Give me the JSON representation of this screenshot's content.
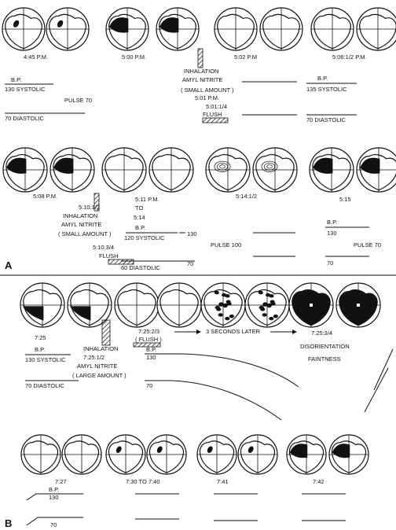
{
  "panel_a": {
    "label": "A",
    "times": {
      "t445": "4:45 P.M.",
      "t500": "5:00 P.M.",
      "t502": "5:02 P.M",
      "t5065": "5:06:1/2 P.M.",
      "t508": "5:08 P.M.",
      "t511": "5:11 P.M.",
      "t511_to": "TO",
      "t514": "5:14",
      "t5145": "5:14:1/2",
      "t515": "5:15"
    },
    "inhalation1": {
      "line1": "INHALATION",
      "line2": "AMYL NITRITE",
      "line3": "( SMALL AMOUNT )",
      "time": "5:01 P.M.",
      "flush_time": "5:01:1/4",
      "flush": "FLUSH"
    },
    "inhalation2": {
      "time": "5:10:1/2",
      "line1": "INHALATION",
      "line2": "AMYL NITRITE",
      "line3": "( SMALL AMOUNT )",
      "flush_time": "5:10:3/4",
      "flush": "FLUSH"
    },
    "bp_left": {
      "label": "B.P.",
      "systolic": "130 SYSTOLIC",
      "pulse": "PULSE 70",
      "diastolic": "70 DIASTOLIC"
    },
    "bp_right": {
      "label": "B.P.",
      "systolic": "135 SYSTOLIC",
      "diastolic": "70 DIASTOLIC"
    },
    "bp_mid": {
      "label": "B.P.",
      "systolic": "120 SYSTOLIC",
      "diastolic": "60 DIASTOLIC",
      "v130": "130",
      "v70": "70",
      "pulse": "PULSE 100"
    },
    "bp_end": {
      "label": "B.P.",
      "v130": "130",
      "v70": "70",
      "pulse": "PULSE 70"
    }
  },
  "panel_b": {
    "label": "B",
    "t725": "7:25",
    "inhalation": {
      "line1": "INHALATION",
      "time": "7:25:1/2",
      "line2": "AMYL NITRITE",
      "line3": "( LARGE AMOUNT )"
    },
    "flush_time": "7:25:2/3",
    "flush": "( FLUSH )",
    "later": "3 SECONDS LATER",
    "t7253": "7:25:3/4",
    "disorientation": "DISORIENTATION",
    "faintness": "FAINTNESS",
    "bp": {
      "label": "B.P.",
      "systolic": "130 SYSTOLIC",
      "diastolic": "70 DIASTOLIC",
      "v130": "130",
      "v70": "70"
    },
    "t727": "7:27",
    "t730": "7:30 TO 7:40",
    "t741": "7:41",
    "t742": "7:42",
    "bp2": {
      "label": "B.P.",
      "v130": "130",
      "v70": "70"
    }
  },
  "colors": {
    "ink": "#111111",
    "paper": "#ffffff"
  }
}
